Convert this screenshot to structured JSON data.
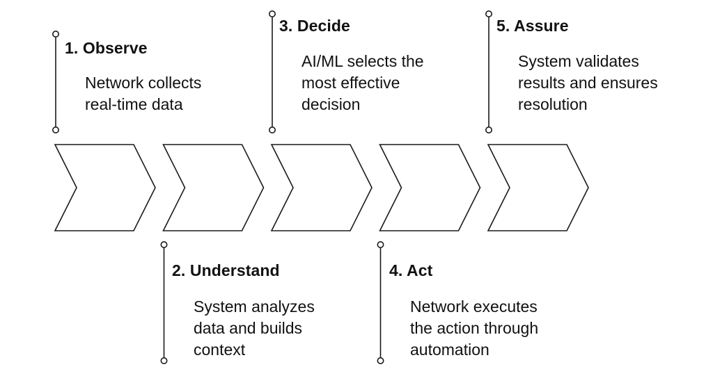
{
  "diagram": {
    "type": "chevron-process",
    "stroke_color": "#1a1a1a",
    "steps": [
      {
        "title": "1. Observe",
        "description": "Network collects\nreal-time data",
        "callout": "above"
      },
      {
        "title": "2. Understand",
        "description": "System analyzes\ndata and builds\ncontext",
        "callout": "below"
      },
      {
        "title": "3. Decide",
        "description": "AI/ML selects the\nmost effective\ndecision",
        "callout": "above"
      },
      {
        "title": "4. Act",
        "description": "Network executes\nthe action through\nautomation",
        "callout": "below"
      },
      {
        "title": "5. Assure",
        "description": "System validates\nresults and ensures\nresolution",
        "callout": "above"
      }
    ]
  }
}
